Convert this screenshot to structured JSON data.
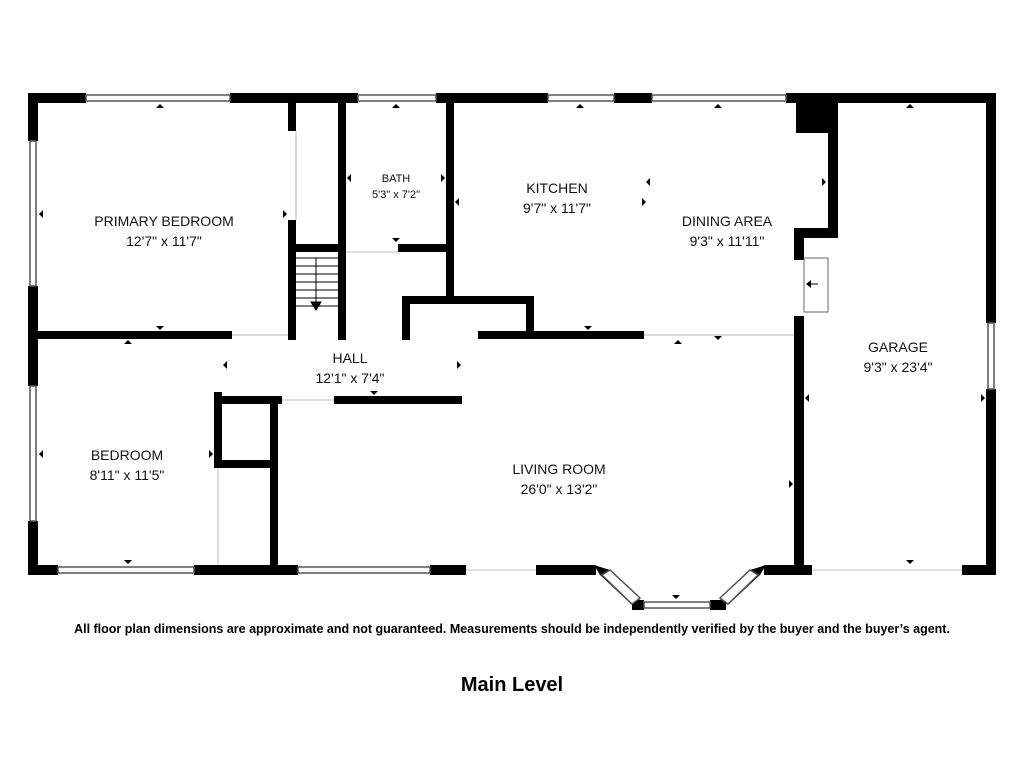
{
  "rooms": {
    "primary_bedroom": {
      "name": "PRIMARY BEDROOM",
      "dims": "12'7\" x 11'7\""
    },
    "bath": {
      "name": "BATH",
      "dims": "5'3\" x 7'2\""
    },
    "kitchen": {
      "name": "KITCHEN",
      "dims": "9'7\" x 11'7\""
    },
    "dining_area": {
      "name": "DINING AREA",
      "dims": "9'3\" x 11'11\""
    },
    "garage": {
      "name": "GARAGE",
      "dims": "9'3\" x 23'4\""
    },
    "hall": {
      "name": "HALL",
      "dims": "12'1\" x 7'4\""
    },
    "bedroom": {
      "name": "BEDROOM",
      "dims": "8'11\" x 11'5\""
    },
    "living_room": {
      "name": "LIVING ROOM",
      "dims": "26'0\" x 13'2\""
    }
  },
  "disclaimer": "All floor plan dimensions are approximate and not guaranteed. Measurements should be independently verified by the buyer and the buyer’s agent.",
  "level_title": "Main Level",
  "colors": {
    "wall": "#000000",
    "window_frame": "#555555",
    "background": "#ffffff"
  }
}
